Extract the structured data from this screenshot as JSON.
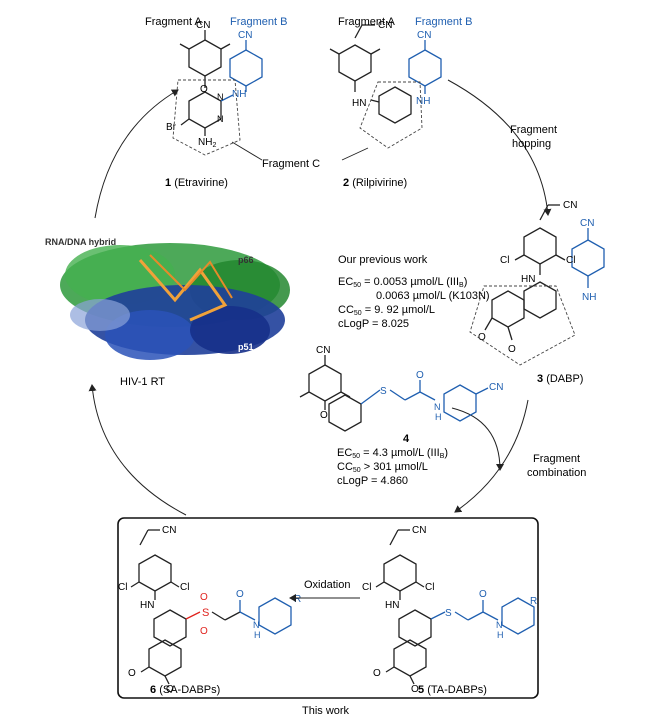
{
  "fragments": {
    "a1": "Fragment A",
    "b1": "Fragment B",
    "a2": "Fragment A",
    "b2": "Fragment B",
    "c": "Fragment C"
  },
  "compounds": {
    "c1": {
      "num": "1",
      "name": "(Etravirine)"
    },
    "c2": {
      "num": "2",
      "name": "(Rilpivirine)"
    },
    "c3": {
      "num": "3",
      "name": "(DABP)"
    },
    "c4": {
      "num": "4"
    },
    "c5": {
      "num": "5",
      "name": "(TA-DABPs)"
    },
    "c6": {
      "num": "6",
      "name": "(SA-DABPs)"
    }
  },
  "atoms": {
    "cn": "CN",
    "nh": "NH",
    "hn": "HN",
    "n": "N",
    "o": "O",
    "s": "S",
    "br": "Br",
    "nh2": "NH",
    "nh2_sub": "2",
    "cl": "Cl",
    "h": "H",
    "r": "R"
  },
  "steps": {
    "hopping_1": "Fragment",
    "hopping_2": "hopping",
    "combination_1": "Fragment",
    "combination_2": "combination",
    "oxidation": "Oxidation"
  },
  "protein": {
    "hybrid": "RNA/DNA hybrid",
    "p66": "p66",
    "p51": "p51",
    "name": "HIV-1 RT"
  },
  "previous": {
    "title": "Our previous work",
    "ec50_a": "= 0.0053 µmol/L (III",
    "ec50_a_sub": "B",
    "ec50_a_end": ")",
    "ec50_b": "0.0063 µmol/L (K103N)",
    "cc50": "= 9. 92 µmol/L",
    "clogp": "cLogP = 8.025"
  },
  "cmpd4": {
    "ec50": "= 4.3 µmol/L (III",
    "ec50_sub": "B",
    "ec50_end": ")",
    "cc50": "> 301 µmol/L",
    "clogp": "cLogP = 4.860"
  },
  "labels": {
    "ec": "EC",
    "cc": "CC",
    "sub50": "50"
  },
  "this_work": "This work",
  "colors": {
    "blue": "#1f5fb0",
    "red": "#e0231e",
    "green": "#2e9a3c",
    "navy": "#1f3f9a"
  }
}
